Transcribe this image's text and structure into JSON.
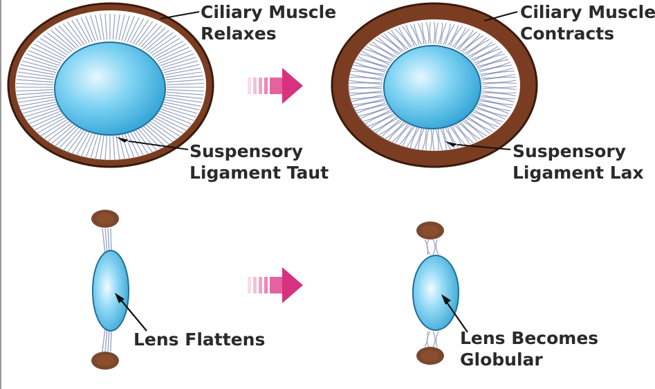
{
  "labels": {
    "relax_line1": "Ciliary Muscle",
    "relax_line2": "Relaxes",
    "taut_line1": "Suspensory",
    "taut_line2": "Ligament Taut",
    "contract_line1": "Ciliary Muscle",
    "contract_line2": "Contracts",
    "lax_line1": "Suspensory",
    "lax_line2": "Ligament Lax",
    "flat_line1": "Lens Flattens",
    "glob_line1": "Lens Becomes",
    "glob_line2": "Globular"
  },
  "colors": {
    "muscle": "#7a3d22",
    "ligament": "#8a96b8",
    "lens": "#5cc3ea",
    "arrow": "#e0478f",
    "text": "#2a2a2a"
  }
}
